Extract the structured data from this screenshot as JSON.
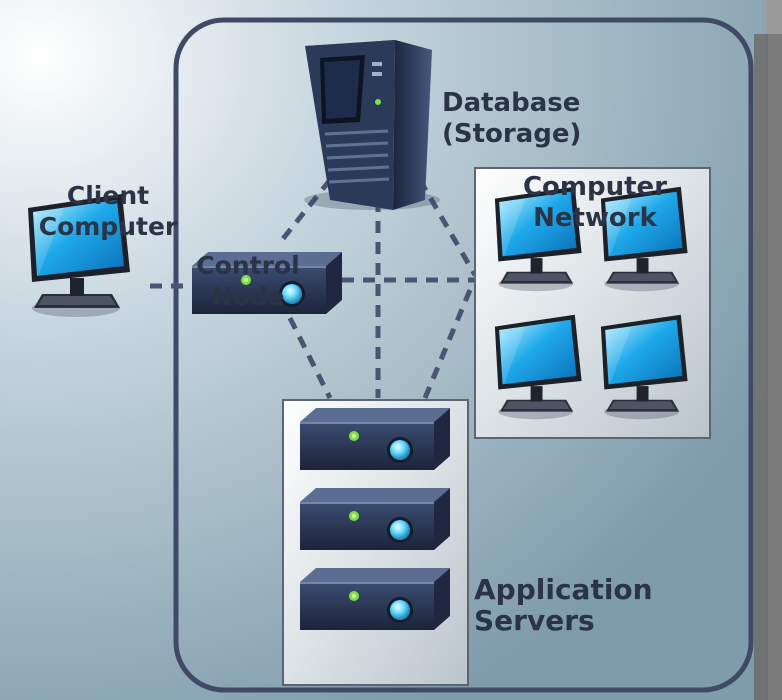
{
  "labels": {
    "client": [
      "Client",
      "Computer"
    ],
    "control": [
      "Control",
      "Node"
    ],
    "database": [
      "Database",
      "(Storage)"
    ],
    "network": [
      "Computer",
      "Network"
    ],
    "app_servers": [
      "Application",
      "Servers"
    ]
  },
  "colors": {
    "background_light": "#f4f8fa",
    "background_dark": "#8aa5b3",
    "frame": "#3f4a66",
    "server_body": "#2e3b58",
    "screen": "#1fa9ea",
    "led_green": "#7ae04a",
    "led_cyan": "#8ee7ff"
  },
  "icons": [
    "monitor-icon",
    "server-unit-icon",
    "tower-server-icon"
  ]
}
